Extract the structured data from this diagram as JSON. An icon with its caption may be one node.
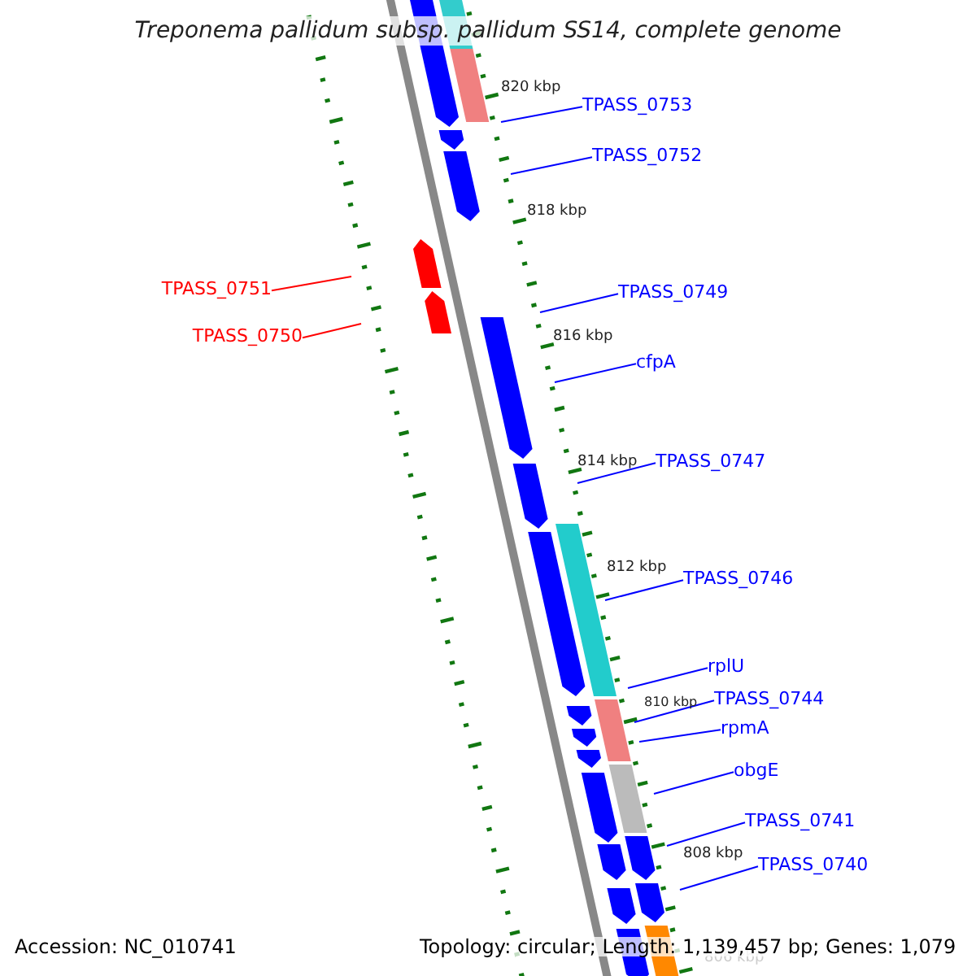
{
  "diagram": {
    "title": "Treponema pallidum subsp. pallidum SS14, complete genome",
    "nodes": [
      {
        "text": [
          "TPASS_0753"
        ]
      },
      {
        "text": [
          "TPASS_0752"
        ]
      },
      {
        "text": [
          "TPASS_0751"
        ]
      },
      {
        "text": [
          "TPASS_0750"
        ]
      },
      {
        "text": [
          "TPASS_0749"
        ]
      },
      {
        "text": [
          "cfpA"
        ]
      },
      {
        "text": [
          "TPASS_0747"
        ]
      },
      {
        "text": [
          "TPASS_0746"
        ]
      },
      {
        "text": [
          "rplU"
        ]
      },
      {
        "text": [
          "TPASS_0744"
        ]
      },
      {
        "text": [
          "rpmA"
        ]
      },
      {
        "text": [
          "obgE"
        ]
      },
      {
        "text": [
          "TPASS_0741"
        ]
      },
      {
        "text": [
          "TPASS_0740"
        ]
      }
    ],
    "edges": [
      {
        "from": 0,
        "to": null,
        "arrow": "none"
      },
      {
        "from": 1,
        "to": null,
        "arrow": "none"
      },
      {
        "from": 2,
        "to": null,
        "arrow": "none",
        "color": "#ff0000"
      },
      {
        "from": 3,
        "to": null,
        "arrow": "none",
        "color": "#ff0000"
      },
      {
        "from": 4,
        "to": null,
        "arrow": "none"
      },
      {
        "from": 5,
        "to": null,
        "arrow": "none"
      },
      {
        "from": 6,
        "to": null,
        "arrow": "none"
      },
      {
        "from": 7,
        "to": null,
        "arrow": "none"
      },
      {
        "from": 8,
        "to": null,
        "arrow": "none"
      },
      {
        "from": 9,
        "to": null,
        "arrow": "none"
      },
      {
        "from": 10,
        "to": null,
        "arrow": "none"
      },
      {
        "from": 11,
        "to": null,
        "arrow": "none"
      },
      {
        "from": 12,
        "to": null,
        "arrow": "none"
      },
      {
        "from": 13,
        "to": null,
        "arrow": "none"
      }
    ],
    "labels": [
      "820 kbp",
      "818 kbp",
      "816 kbp",
      "814 kbp",
      "812 kbp",
      "810 kbp",
      "808 kbp",
      "806 kbp",
      "Accession: NC_010741",
      "Topology: circular; Length: 1,139,457 bp; Genes: 1,079"
    ]
  }
}
